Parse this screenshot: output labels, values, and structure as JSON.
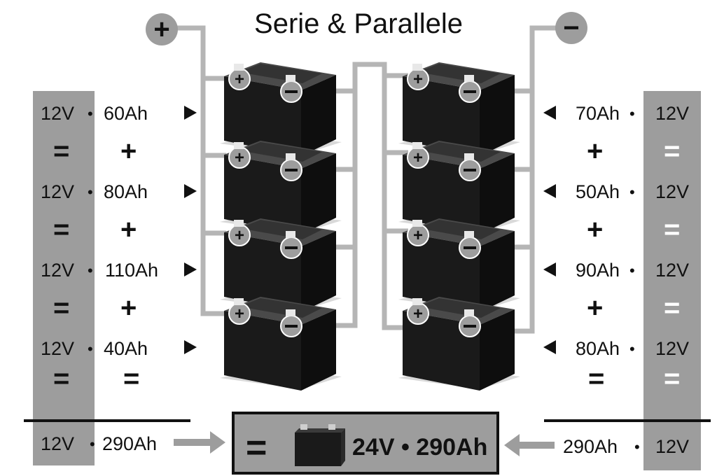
{
  "title": "Serie & Parallele",
  "terminals": {
    "positive": "+",
    "negative": "−"
  },
  "left": {
    "voltage": "12V",
    "capacities": [
      "60Ah",
      "80Ah",
      "110Ah",
      "40Ah"
    ],
    "plus": "+",
    "equals": "=",
    "bullet": "•",
    "total": "290Ah"
  },
  "right": {
    "voltage": "12V",
    "capacities": [
      "70Ah",
      "50Ah",
      "90Ah",
      "80Ah"
    ],
    "plus": "+",
    "equals": "=",
    "bullet": "•",
    "total": "290Ah"
  },
  "result": {
    "equals": "=",
    "text": "24V • 290Ah"
  },
  "colors": {
    "panel_gray": "#9d9d9d",
    "wire_gray": "#b5b5b5",
    "battery_black": "#1a1a1a"
  }
}
